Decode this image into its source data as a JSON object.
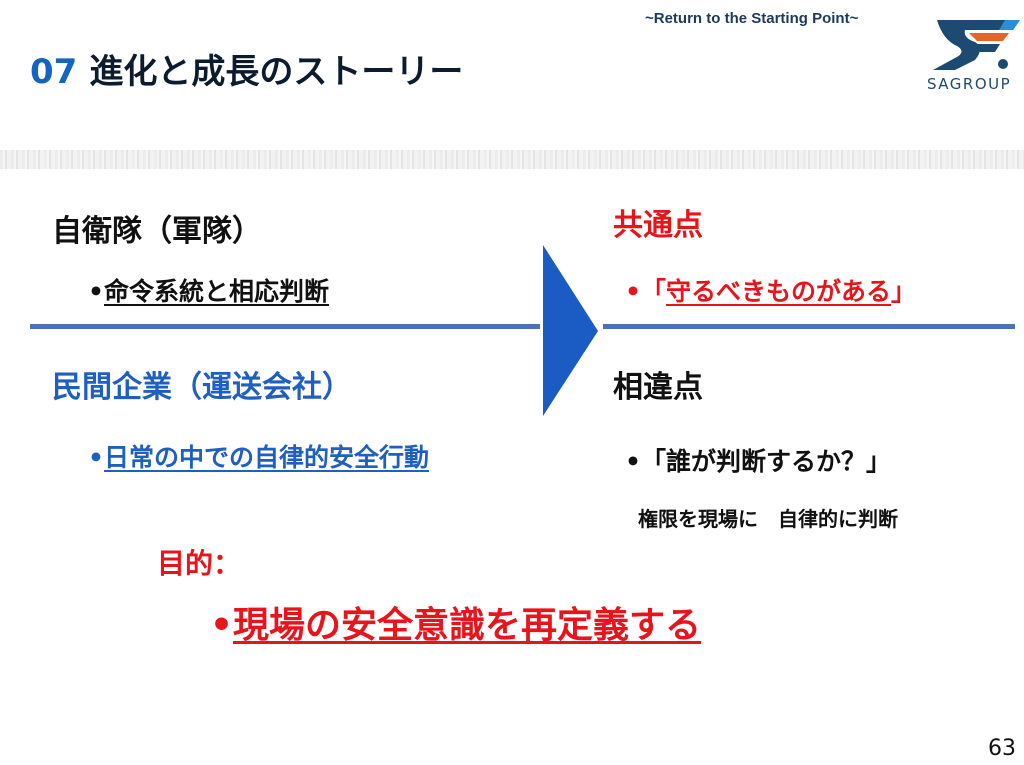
{
  "header": {
    "tagline": "~Return to the Starting Point~",
    "number": "07",
    "title": "進化と成長のストーリー",
    "logo_text": "SAGROUP"
  },
  "left": {
    "heading1": "自衛隊（軍隊）",
    "bullet1": "命令系統と相応判断",
    "heading2": "民間企業（運送会社）",
    "bullet2": "日常の中での自律的安全行動"
  },
  "right": {
    "heading1": "共通点",
    "bullet1_open": "「",
    "bullet1_text": "守るべきものがある",
    "bullet1_close": "」",
    "heading2": "相違点",
    "bullet2": "「誰が判断するか？」",
    "note": "権限を現場に　自律的に判断"
  },
  "purpose": {
    "label": "目的：",
    "text": "現場の安全意識を再定義する"
  },
  "bullet_char": "•",
  "page_number": "63",
  "colors": {
    "blue": "#1f5fbf",
    "red": "#e8141b",
    "arrow": "#1a5bc4",
    "line": "#4a72b5"
  }
}
